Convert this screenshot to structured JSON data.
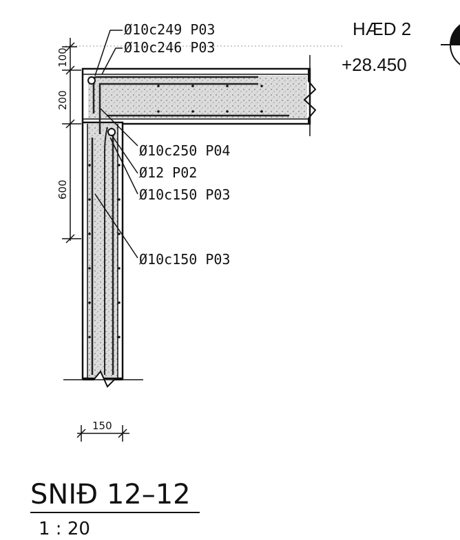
{
  "level": {
    "name": "HÆD 2",
    "elevation": "+28.450"
  },
  "callouts": {
    "top_1": "Ø10c249 P03",
    "top_2": "Ø10c246 P03",
    "mid_1": "Ø10c250 P04",
    "mid_2": "Ø12 P02",
    "mid_3": "Ø10c150 P03",
    "low_1": "Ø10c150 P03"
  },
  "dimensions": {
    "d100": "100",
    "d200": "200",
    "d600": "600",
    "d150": "150"
  },
  "section": {
    "title": "SNIÐ 12–12",
    "scale": "1 : 20"
  },
  "colors": {
    "ink": "#111111",
    "concrete": "#d9d9d9"
  }
}
